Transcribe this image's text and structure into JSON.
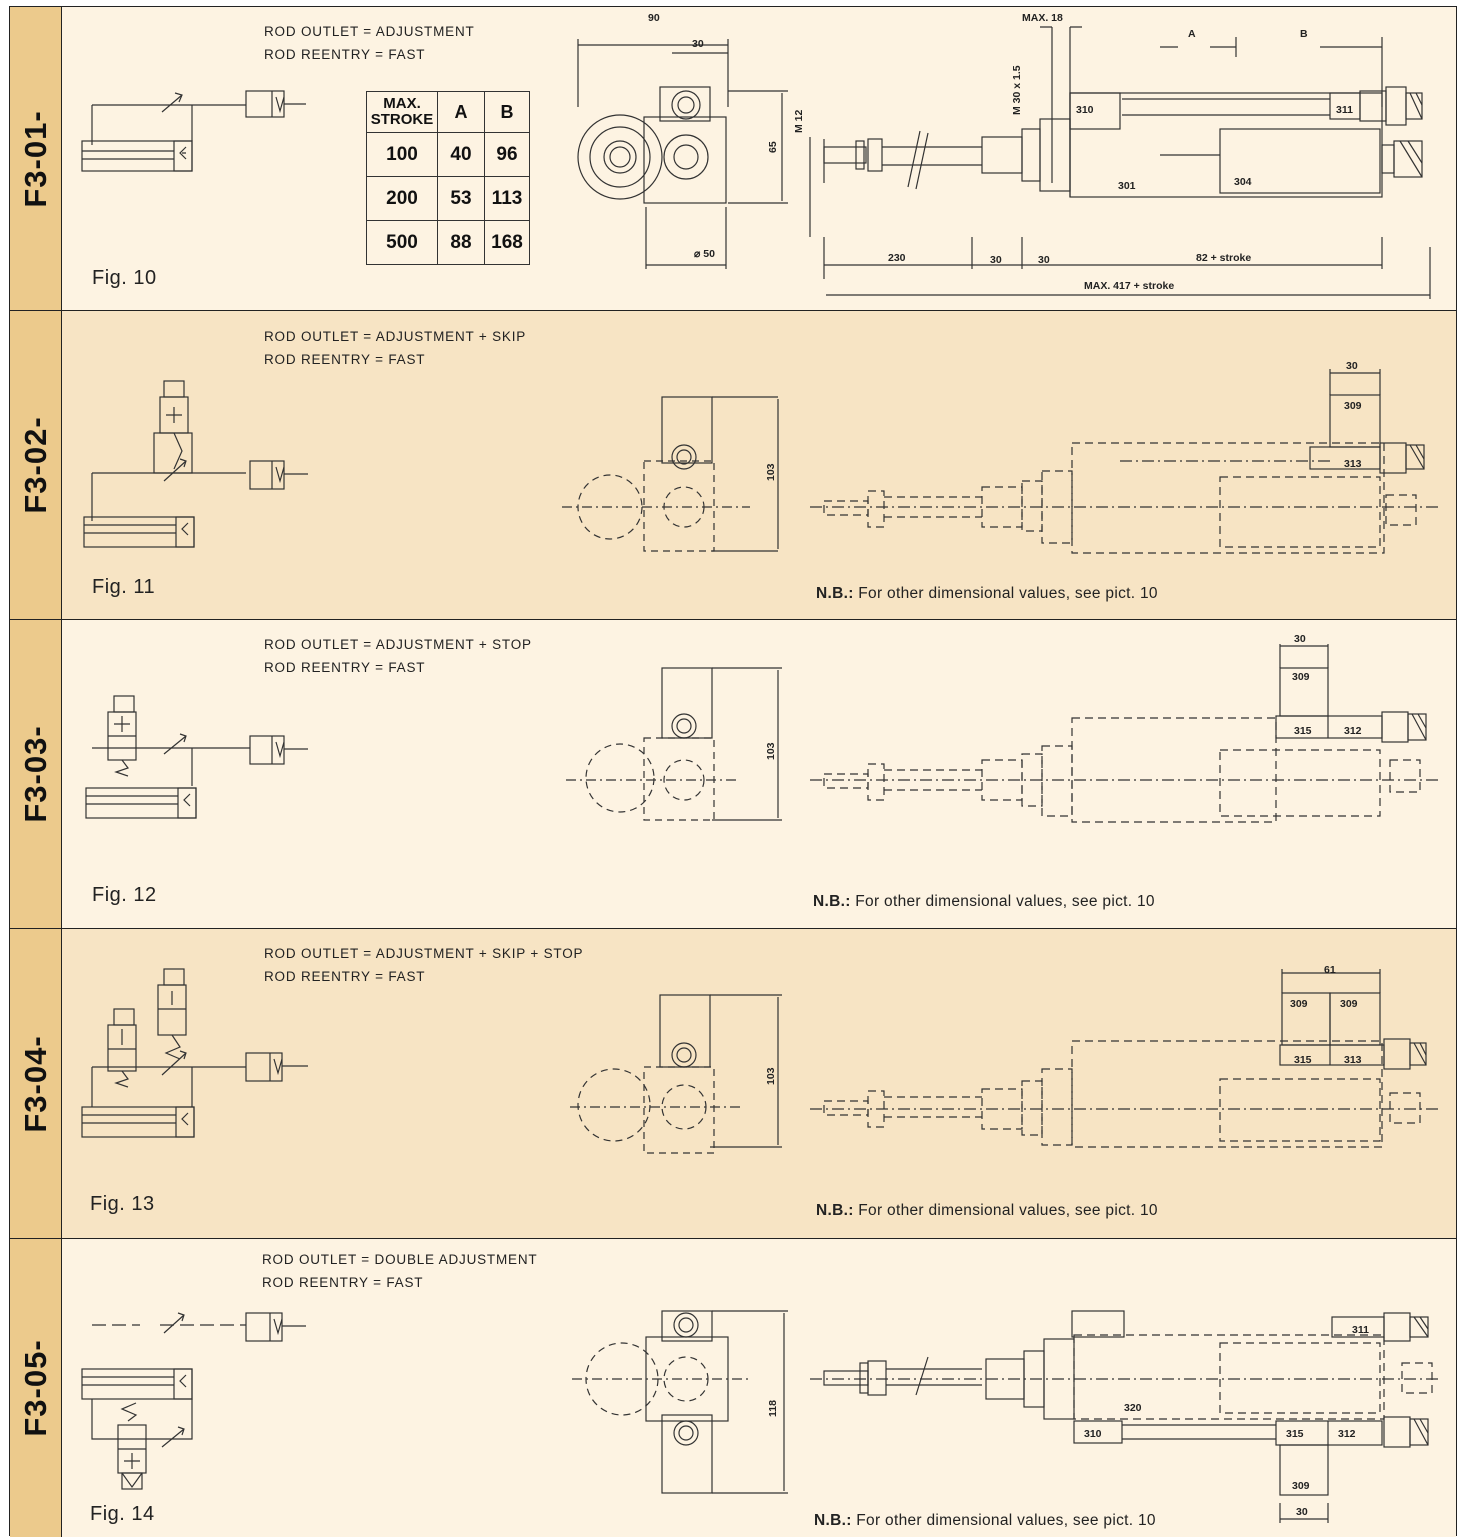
{
  "rows": [
    {
      "code": "F3-01-",
      "outlet": "ROD OUTLET = ADJUSTMENT",
      "reentry": "ROD REENTRY = FAST",
      "fig": "Fig. 10",
      "table": {
        "headers": [
          "MAX.\nSTROKE",
          "A",
          "B"
        ],
        "rows": [
          [
            "100",
            "40",
            "96"
          ],
          [
            "200",
            "53",
            "113"
          ],
          [
            "500",
            "88",
            "168"
          ]
        ]
      },
      "dims": {
        "d90": "90",
        "d30a": "30",
        "d65": "65",
        "d50": "⌀ 50",
        "m12": "M 12",
        "m30": "M 30 x 1.5",
        "max18": "MAX. 18",
        "A": "A",
        "B": "B",
        "p310": "310",
        "p311": "311",
        "p301": "301",
        "p304": "304",
        "d230": "230",
        "d30b": "30",
        "d30c": "30",
        "d82": "82 + stroke",
        "max417": "MAX. 417 + stroke"
      }
    },
    {
      "code": "F3-02-",
      "outlet": "ROD OUTLET = ADJUSTMENT + SKIP",
      "reentry": "ROD REENTRY = FAST",
      "fig": "Fig. 11",
      "nb_label": "N.B.:",
      "nb_text": "For other dimensional values, see pict. 10",
      "dims": {
        "d30": "30",
        "p309": "309",
        "p313": "313",
        "d103": "103"
      }
    },
    {
      "code": "F3-03-",
      "outlet": "ROD OUTLET = ADJUSTMENT + STOP",
      "reentry": "ROD REENTRY = FAST",
      "fig": "Fig. 12",
      "nb_label": "N.B.:",
      "nb_text": "For other dimensional values, see pict. 10",
      "dims": {
        "d30": "30",
        "p309": "309",
        "p315": "315",
        "p312": "312",
        "d103": "103"
      }
    },
    {
      "code": "F3-04-",
      "outlet": "ROD OUTLET = ADJUSTMENT + SKIP + STOP",
      "reentry": "ROD REENTRY = FAST",
      "fig": "Fig. 13",
      "nb_label": "N.B.:",
      "nb_text": "For other dimensional values, see pict. 10",
      "dims": {
        "d61": "61",
        "p309a": "309",
        "p309b": "309",
        "p315": "315",
        "p313": "313",
        "d103": "103"
      }
    },
    {
      "code": "F3-05-",
      "outlet": "ROD OUTLET = DOUBLE ADJUSTMENT",
      "reentry": "ROD REENTRY = FAST",
      "fig": "Fig. 14",
      "nb_label": "N.B.:",
      "nb_text": "For other dimensional values, see pict. 10",
      "dims": {
        "p311": "311",
        "p320": "320",
        "p310": "310",
        "p315": "315",
        "p312": "312",
        "p309": "309",
        "d30": "30",
        "d118": "118"
      }
    }
  ]
}
